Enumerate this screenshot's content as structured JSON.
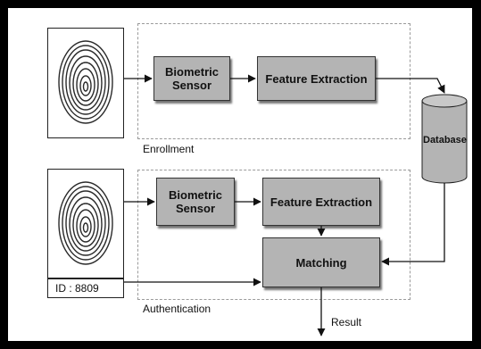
{
  "enrollment": {
    "sensor_label_line1": "Biometric",
    "sensor_label_line2": "Sensor",
    "feature_label": "Feature Extraction",
    "section_label": "Enrollment"
  },
  "database": {
    "label": "Database"
  },
  "authentication": {
    "sensor_label_line1": "Biometric",
    "sensor_label_line2": "Sensor",
    "feature_label": "Feature Extraction",
    "matching_label": "Matching",
    "id_text": "ID : 8809",
    "section_label": "Authentication",
    "result_label": "Result"
  },
  "colors": {
    "box_fill": "#b4b4b4",
    "background": "#ffffff",
    "frame": "#000000"
  }
}
